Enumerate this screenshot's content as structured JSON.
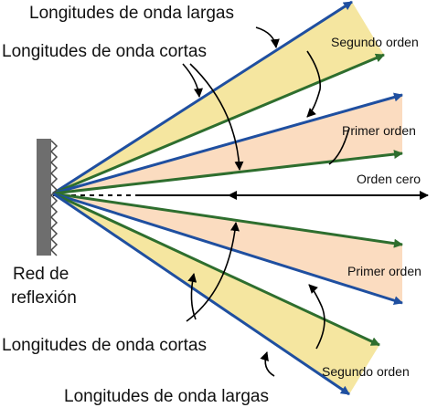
{
  "labels": {
    "long_top": "Longitudes de onda largas",
    "short_top": "Longitudes de onda cortas",
    "second_order_top": "Segundo orden",
    "first_order_top": "Primer orden",
    "zero_order": "Orden cero",
    "grating_line1": "Red de",
    "grating_line2": "reflexión",
    "first_order_bottom": "Primer orden",
    "short_bottom": "Longitudes de onda cortas",
    "second_order_bottom": "Segundo orden",
    "long_bottom": "Longitudes de onda largas"
  },
  "colors": {
    "second_order_band": "#F5E6A0",
    "first_order_band": "#FBDCC0",
    "long_wavelength_ray": "#1F4FA0",
    "short_wavelength_ray": "#2E6E2E",
    "zero_order_ray": "#000000",
    "grating": "#6E6E6E"
  }
}
